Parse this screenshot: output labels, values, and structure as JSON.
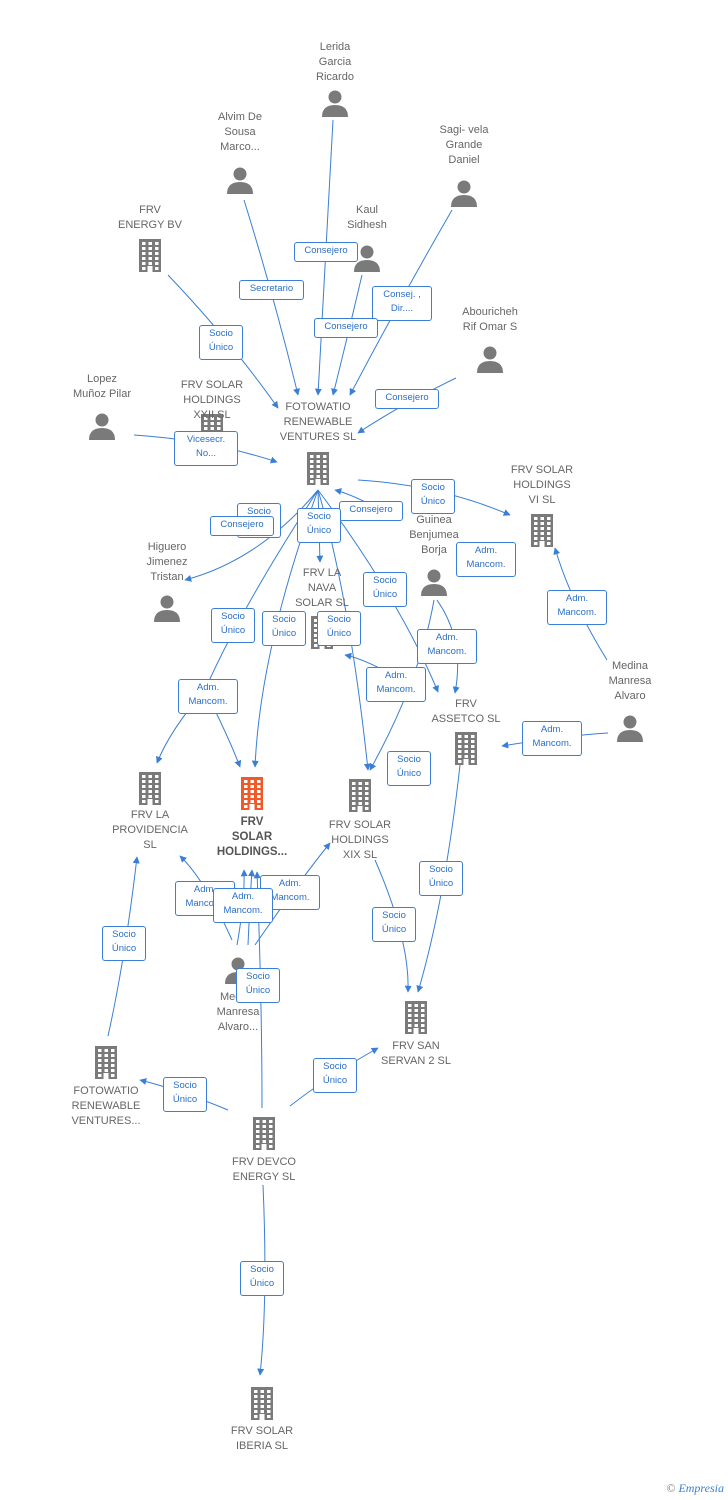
{
  "colors": {
    "edge": "#3a7fd5",
    "node": "#7a7a7a",
    "focus": "#f05a28"
  },
  "nodes": {
    "lerida": {
      "label": "Lerida\nGarcia\nRicardo",
      "kind": "person-icon"
    },
    "alvim": {
      "label": "Alvim De\nSousa\nMarco...",
      "kind": "person-icon"
    },
    "sagi": {
      "label": "Sagi- vela\nGrande\nDaniel",
      "kind": "person-icon"
    },
    "kaul": {
      "label": "Kaul\nSidhesh",
      "kind": "person-icon"
    },
    "frv_energy": {
      "label": "FRV\nENERGY BV",
      "kind": "building-icon"
    },
    "abouricheh": {
      "label": "Abouricheh\nRif Omar S",
      "kind": "person-icon"
    },
    "lopez": {
      "label": "Lopez\nMuñoz Pilar",
      "kind": "person-icon"
    },
    "frv_xxii": {
      "label": "FRV SOLAR\nHOLDINGS\nXXII  SL",
      "kind": "building-icon"
    },
    "fotowatio_top": {
      "label": "FOTOWATIO\nRENEWABLE\nVENTURES  SL",
      "kind": "building-icon"
    },
    "frv_vi": {
      "label": "FRV SOLAR\nHOLDINGS\nVI  SL",
      "kind": "building-icon"
    },
    "guinea": {
      "label": "Guinea\nBenjumea\nBorja",
      "kind": "person-icon"
    },
    "higuero": {
      "label": "Higuero\nJimenez\nTristan",
      "kind": "person-icon"
    },
    "frv_la_nava": {
      "label": "FRV LA\nNAVA\nSOLAR  SL",
      "kind": "building-icon"
    },
    "medina_right": {
      "label": "Medina\nManresa\nAlvaro",
      "kind": "person-icon"
    },
    "frv_assetco": {
      "label": "FRV\nASSETCO  SL",
      "kind": "building-icon"
    },
    "frv_providencia": {
      "label": "FRV LA\nPROVIDENCIA\nSL",
      "kind": "building-icon"
    },
    "frv_focus": {
      "label": "FRV\nSOLAR\nHOLDINGS...",
      "kind": "building-icon"
    },
    "frv_xix": {
      "label": "FRV SOLAR\nHOLDINGS\nXIX  SL",
      "kind": "building-icon"
    },
    "medina_mid": {
      "label": "Medina\nManresa\nAlvaro...",
      "kind": "person-icon"
    },
    "fotowatio_bottom": {
      "label": "FOTOWATIO\nRENEWABLE\nVENTURES...",
      "kind": "building-icon"
    },
    "frv_san_servan": {
      "label": "FRV SAN\nSERVAN 2  SL",
      "kind": "building-icon"
    },
    "frv_devco": {
      "label": "FRV DEVCO\nENERGY  SL",
      "kind": "building-icon"
    },
    "frv_iberia": {
      "label": "FRV SOLAR\nIBERIA  SL",
      "kind": "building-icon"
    }
  },
  "tags": {
    "t1": "Consejero",
    "t2": "Secretario",
    "t3": "Consej. ,\nDir....",
    "t4": "Consejero",
    "t5": "Socio\nÚnico",
    "t6": "Consejero",
    "t7": "Vicesecr.\nNo...",
    "t8": "Socio\nÚnico",
    "t9": "Socio\nÚnico",
    "t10": "Consejero",
    "t11": "Consejero",
    "t12": "Socio\nÚnico",
    "t13": "Adm.\nMancom.",
    "t14": "Socio\nÚnico",
    "t15": "Adm.\nMancom.",
    "t16": "Socio\nÚnico",
    "t17": "Socio\nÚnico",
    "t18": "Socio\nÚnico",
    "t19": "Adm.\nMancom.",
    "t20": "Adm.\nMancom.",
    "t21": "Adm.\nMancom.",
    "t22": "Socio\nÚnico",
    "t23": "Adm.\nMancom.",
    "t24": "Socio\nÚnico",
    "t25": "Adm.\nMancom.",
    "t26": "Adm.\nMancom.",
    "t27": "Adm.\nMancom.",
    "t28": "Socio\nÚnico",
    "t29": "Socio\nÚnico",
    "t30": "Socio\nÚnico",
    "t31": "Socio\nÚnico",
    "t32": "Socio\nÚnico",
    "t33": "Socio\nÚnico"
  },
  "footer": {
    "copyright": "©",
    "brand": "Empresia"
  }
}
